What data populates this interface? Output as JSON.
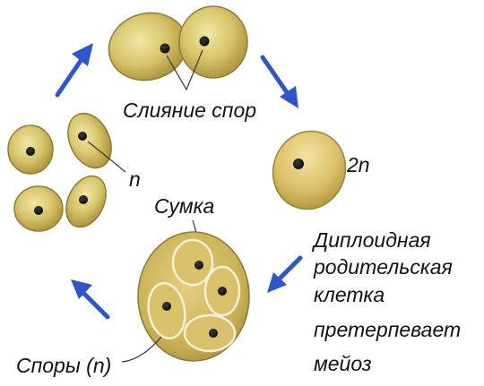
{
  "labels": {
    "fusion": "Слияние спор",
    "diploid_ploidy": "2n",
    "haploid_ploidy": "n",
    "ascus": "Сумка",
    "spores": "Споры (n)",
    "description_lines": [
      "Диплоидная",
      "родительская",
      "клетка",
      "претерпевает",
      "мейоз"
    ]
  },
  "colors": {
    "arrow": "#2d56c8",
    "cell_fill": "#d8c46a",
    "cell_edge": "#8e7e33",
    "nucleus": "#141414",
    "ascus_fill": "#cdb75b"
  }
}
